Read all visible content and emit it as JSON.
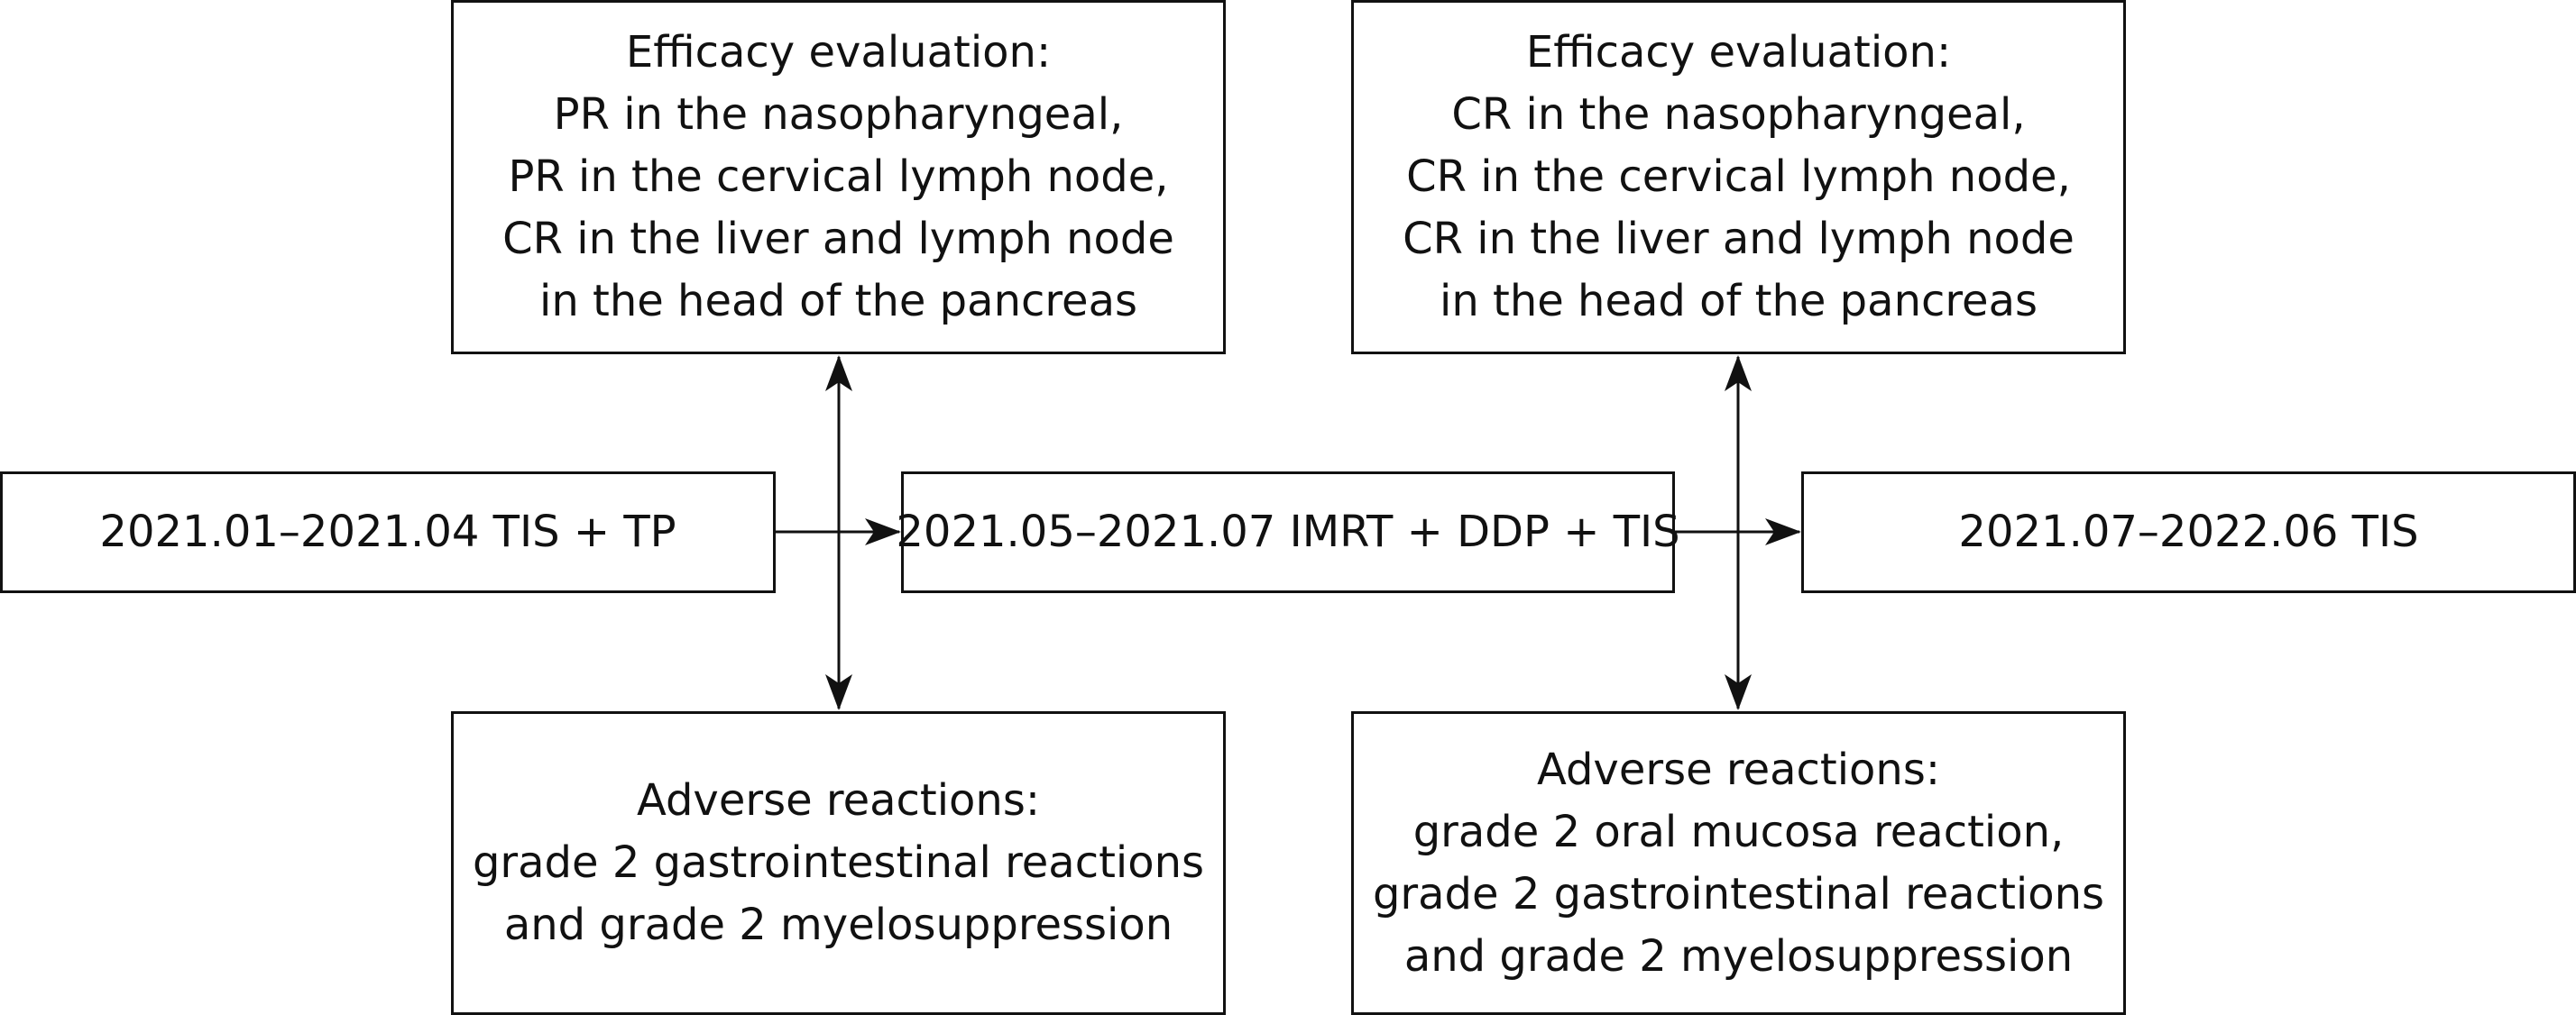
{
  "phases": [
    {
      "label": "2021.01–2021.04 TIS + TP"
    },
    {
      "label": "2021.05–2021.07 IMRT + DDP + TIS"
    },
    {
      "label": "2021.07–2022.06 TIS"
    }
  ],
  "efficacy": [
    {
      "lines": [
        "Efficacy evaluation:",
        "PR in the nasopharyngeal,",
        "PR in the cervical lymph node,",
        "CR in the liver and lymph node",
        "in the head of the pancreas"
      ]
    },
    {
      "lines": [
        "Efficacy evaluation:",
        "CR in the nasopharyngeal,",
        "CR in the cervical lymph node,",
        "CR in the liver and lymph node",
        "in the head of the pancreas"
      ]
    }
  ],
  "adverse": [
    {
      "lines": [
        "Adverse reactions:",
        "grade 2 gastrointestinal reactions",
        "and grade 2 myelosuppression"
      ]
    },
    {
      "lines": [
        "Adverse reactions:",
        "grade 2 oral mucosa reaction,",
        "grade 2 gastrointestinal reactions",
        "and grade 2 myelosuppression"
      ]
    }
  ],
  "colors": {
    "line": "#111111",
    "background": "#ffffff"
  }
}
